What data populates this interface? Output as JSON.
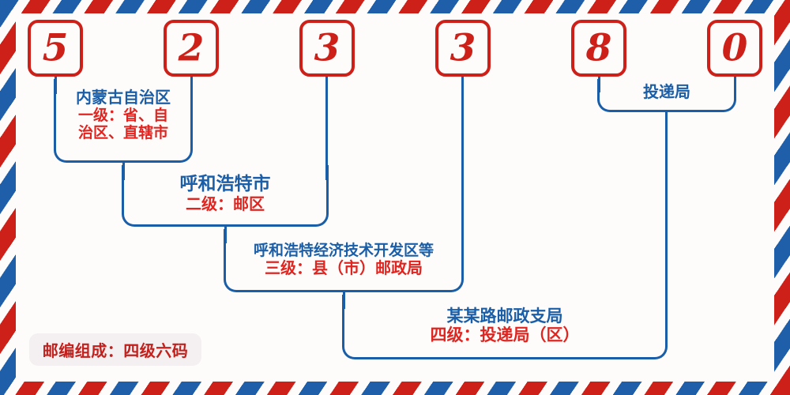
{
  "meta": {
    "title": "中国邮政编码结构图",
    "colors": {
      "red": "#cc2018",
      "blue": "#1b5ea8",
      "label_red": "#e02520",
      "paper": "#fdfcfb",
      "badge_bg": "#f4eff1"
    }
  },
  "postcode": {
    "digits": [
      {
        "value": "5",
        "name": "digit-1"
      },
      {
        "value": "2",
        "name": "digit-2"
      },
      {
        "value": "3",
        "name": "digit-3"
      },
      {
        "value": "3",
        "name": "digit-4"
      },
      {
        "value": "8",
        "name": "digit-5"
      },
      {
        "value": "0",
        "name": "digit-6"
      }
    ],
    "full": "523380"
  },
  "levels": [
    {
      "id": "level-1",
      "title": "内蒙古自治区",
      "sub_lines": [
        "一级：省、自",
        "治区、直辖市"
      ],
      "sub": "一级：省、自治区、直辖市"
    },
    {
      "id": "level-2",
      "title": "呼和浩特市",
      "sub_lines": [
        "二级：邮区"
      ],
      "sub": "二级：邮区"
    },
    {
      "id": "level-3",
      "title": "呼和浩特经济技术开发区等",
      "sub_lines": [
        "三级：县（市）邮政局"
      ],
      "sub": "三级：县（市）邮政局"
    },
    {
      "id": "level-4",
      "title": "某某路邮政支局",
      "sub_lines": [
        "四级：投递局（区）"
      ],
      "sub": "四级：投递局（区）"
    }
  ],
  "delivery_group": {
    "label": "投递局"
  },
  "badge": {
    "text": "邮编组成：四级六码"
  }
}
